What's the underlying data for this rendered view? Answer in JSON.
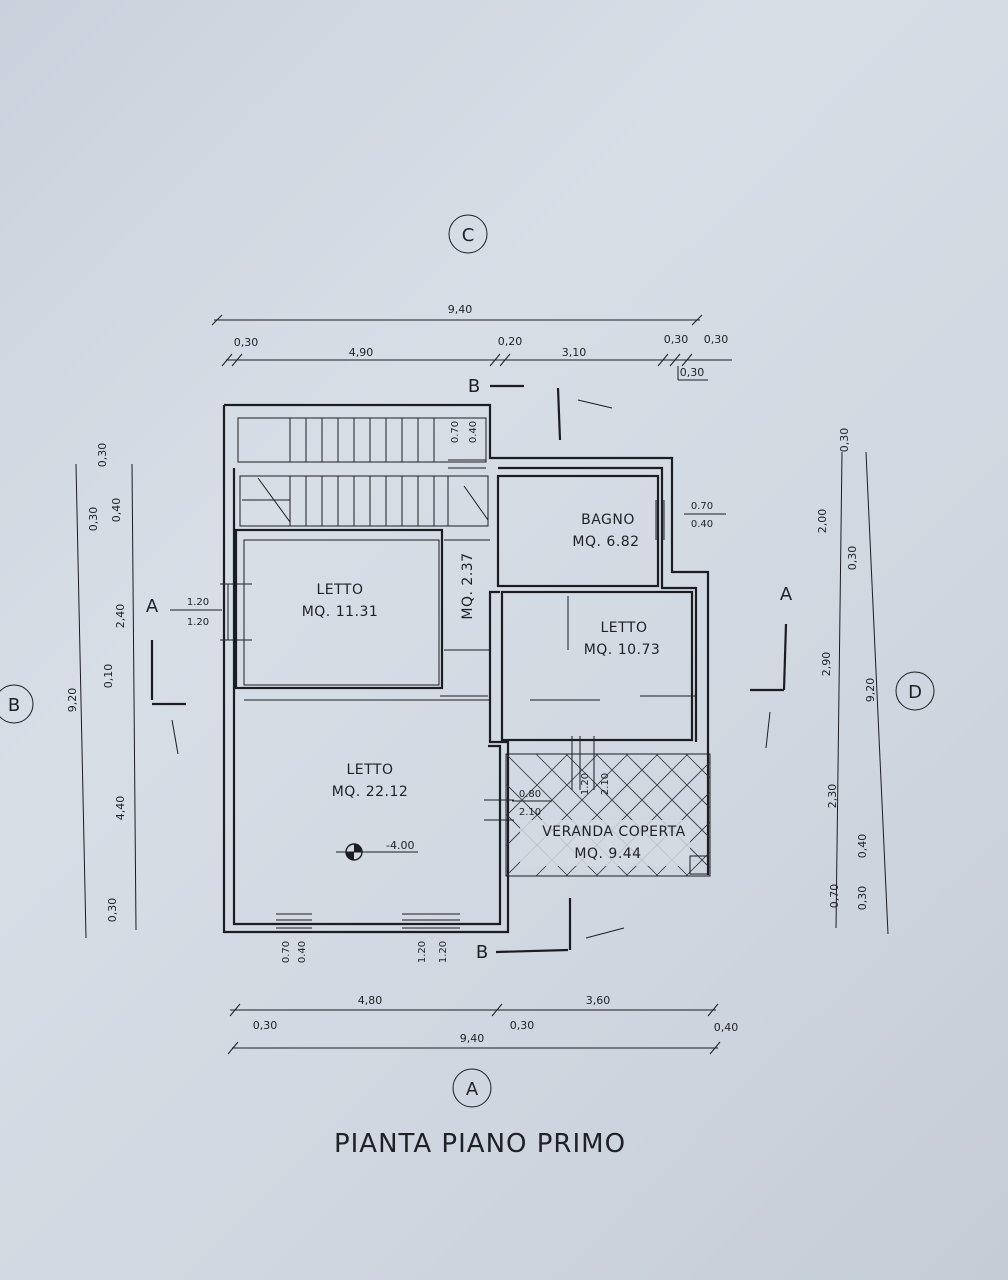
{
  "title": "PIANTA PIANO PRIMO",
  "axes": {
    "top": "C",
    "bottom": "A",
    "left": "B",
    "right": "D"
  },
  "sections": {
    "a": "A",
    "b": "B"
  },
  "rooms": {
    "letto1": {
      "name": "LETTO",
      "area": "MQ. 11.31"
    },
    "letto2": {
      "name": "LETTO",
      "area": "MQ. 10.73"
    },
    "letto3": {
      "name": "LETTO",
      "area": "MQ. 22.12"
    },
    "bagno": {
      "name": "BAGNO",
      "area": "MQ. 6.82"
    },
    "corridor": {
      "area": "MQ. 2.37"
    },
    "veranda": {
      "name": "VERANDA COPERTA",
      "area": "MQ. 9.44"
    }
  },
  "level": "-4.00",
  "dims": {
    "top_total": "9,40",
    "top_a": "0,30",
    "top_b": "4,90",
    "top_c": "0,20",
    "top_d": "3,10",
    "top_e": "0,30",
    "top_f": "0,30",
    "top_g": "0,30",
    "bottom_a": "4,80",
    "bottom_b": "3,60",
    "bottom_c": "0,30",
    "bottom_d": "0,30",
    "bottom_e": "0,40",
    "bottom_total": "9,40",
    "left_total": "9,20",
    "left_a": "0,30",
    "left_b": "0,30",
    "left_c": "0,40",
    "left_d": "2,40",
    "left_e": "0,10",
    "left_f": "4,40",
    "left_g": "0,30",
    "right_total": "9,20",
    "right_a": "0,30",
    "right_b": "2,00",
    "right_c": "0,30",
    "right_d": "2,90",
    "right_e": "2,30",
    "right_f": "0,40",
    "right_g": "0,70",
    "right_h": "0,30",
    "win_stair_w": "0.70",
    "win_stair_h": "0.40",
    "win_bagno_w": "0.70",
    "win_bagno_h": "0.40",
    "win_letto1_w": "1.20",
    "win_letto1_h": "1.20",
    "door_ver_w": "0.80",
    "door_ver_h": "2.10",
    "win_ver_w": "1.20",
    "win_ver_h": "2.10",
    "win_bottom1_w": "0.70",
    "win_bottom1_h": "0.40",
    "win_bottom2_w": "1.20",
    "win_bottom2_h": "1.20"
  }
}
